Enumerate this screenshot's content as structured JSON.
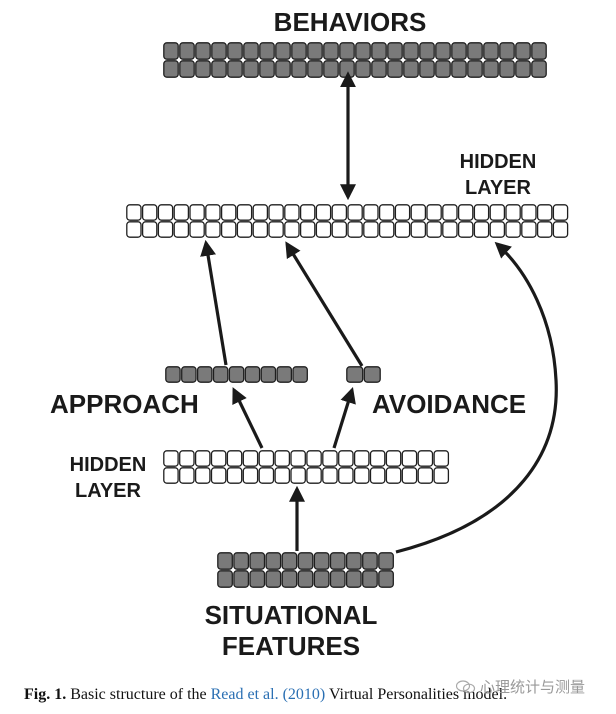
{
  "diagram": {
    "labels": {
      "behaviors": "BEHAVIORS",
      "hidden_top_line1": "HIDDEN",
      "hidden_top_line2": "LAYER",
      "approach": "APPROACH",
      "avoidance": "AVOIDANCE",
      "hidden_mid_line1": "HIDDEN",
      "hidden_mid_line2": "LAYER",
      "situational_line1": "SITUATIONAL",
      "situational_line2": "FEATURES"
    },
    "colors": {
      "filled_cell": "#7a7a7a",
      "empty_cell": "#ffffff",
      "outline": "#1f1f1f",
      "arrow": "#1a1a1a"
    }
  },
  "caption": {
    "fig": "Fig. 1.",
    "text_before": " Basic structure of the ",
    "citation": "Read et al. (2010)",
    "text_after": " Virtual Personalities model."
  },
  "watermark": {
    "text": "心理统计与测量"
  }
}
